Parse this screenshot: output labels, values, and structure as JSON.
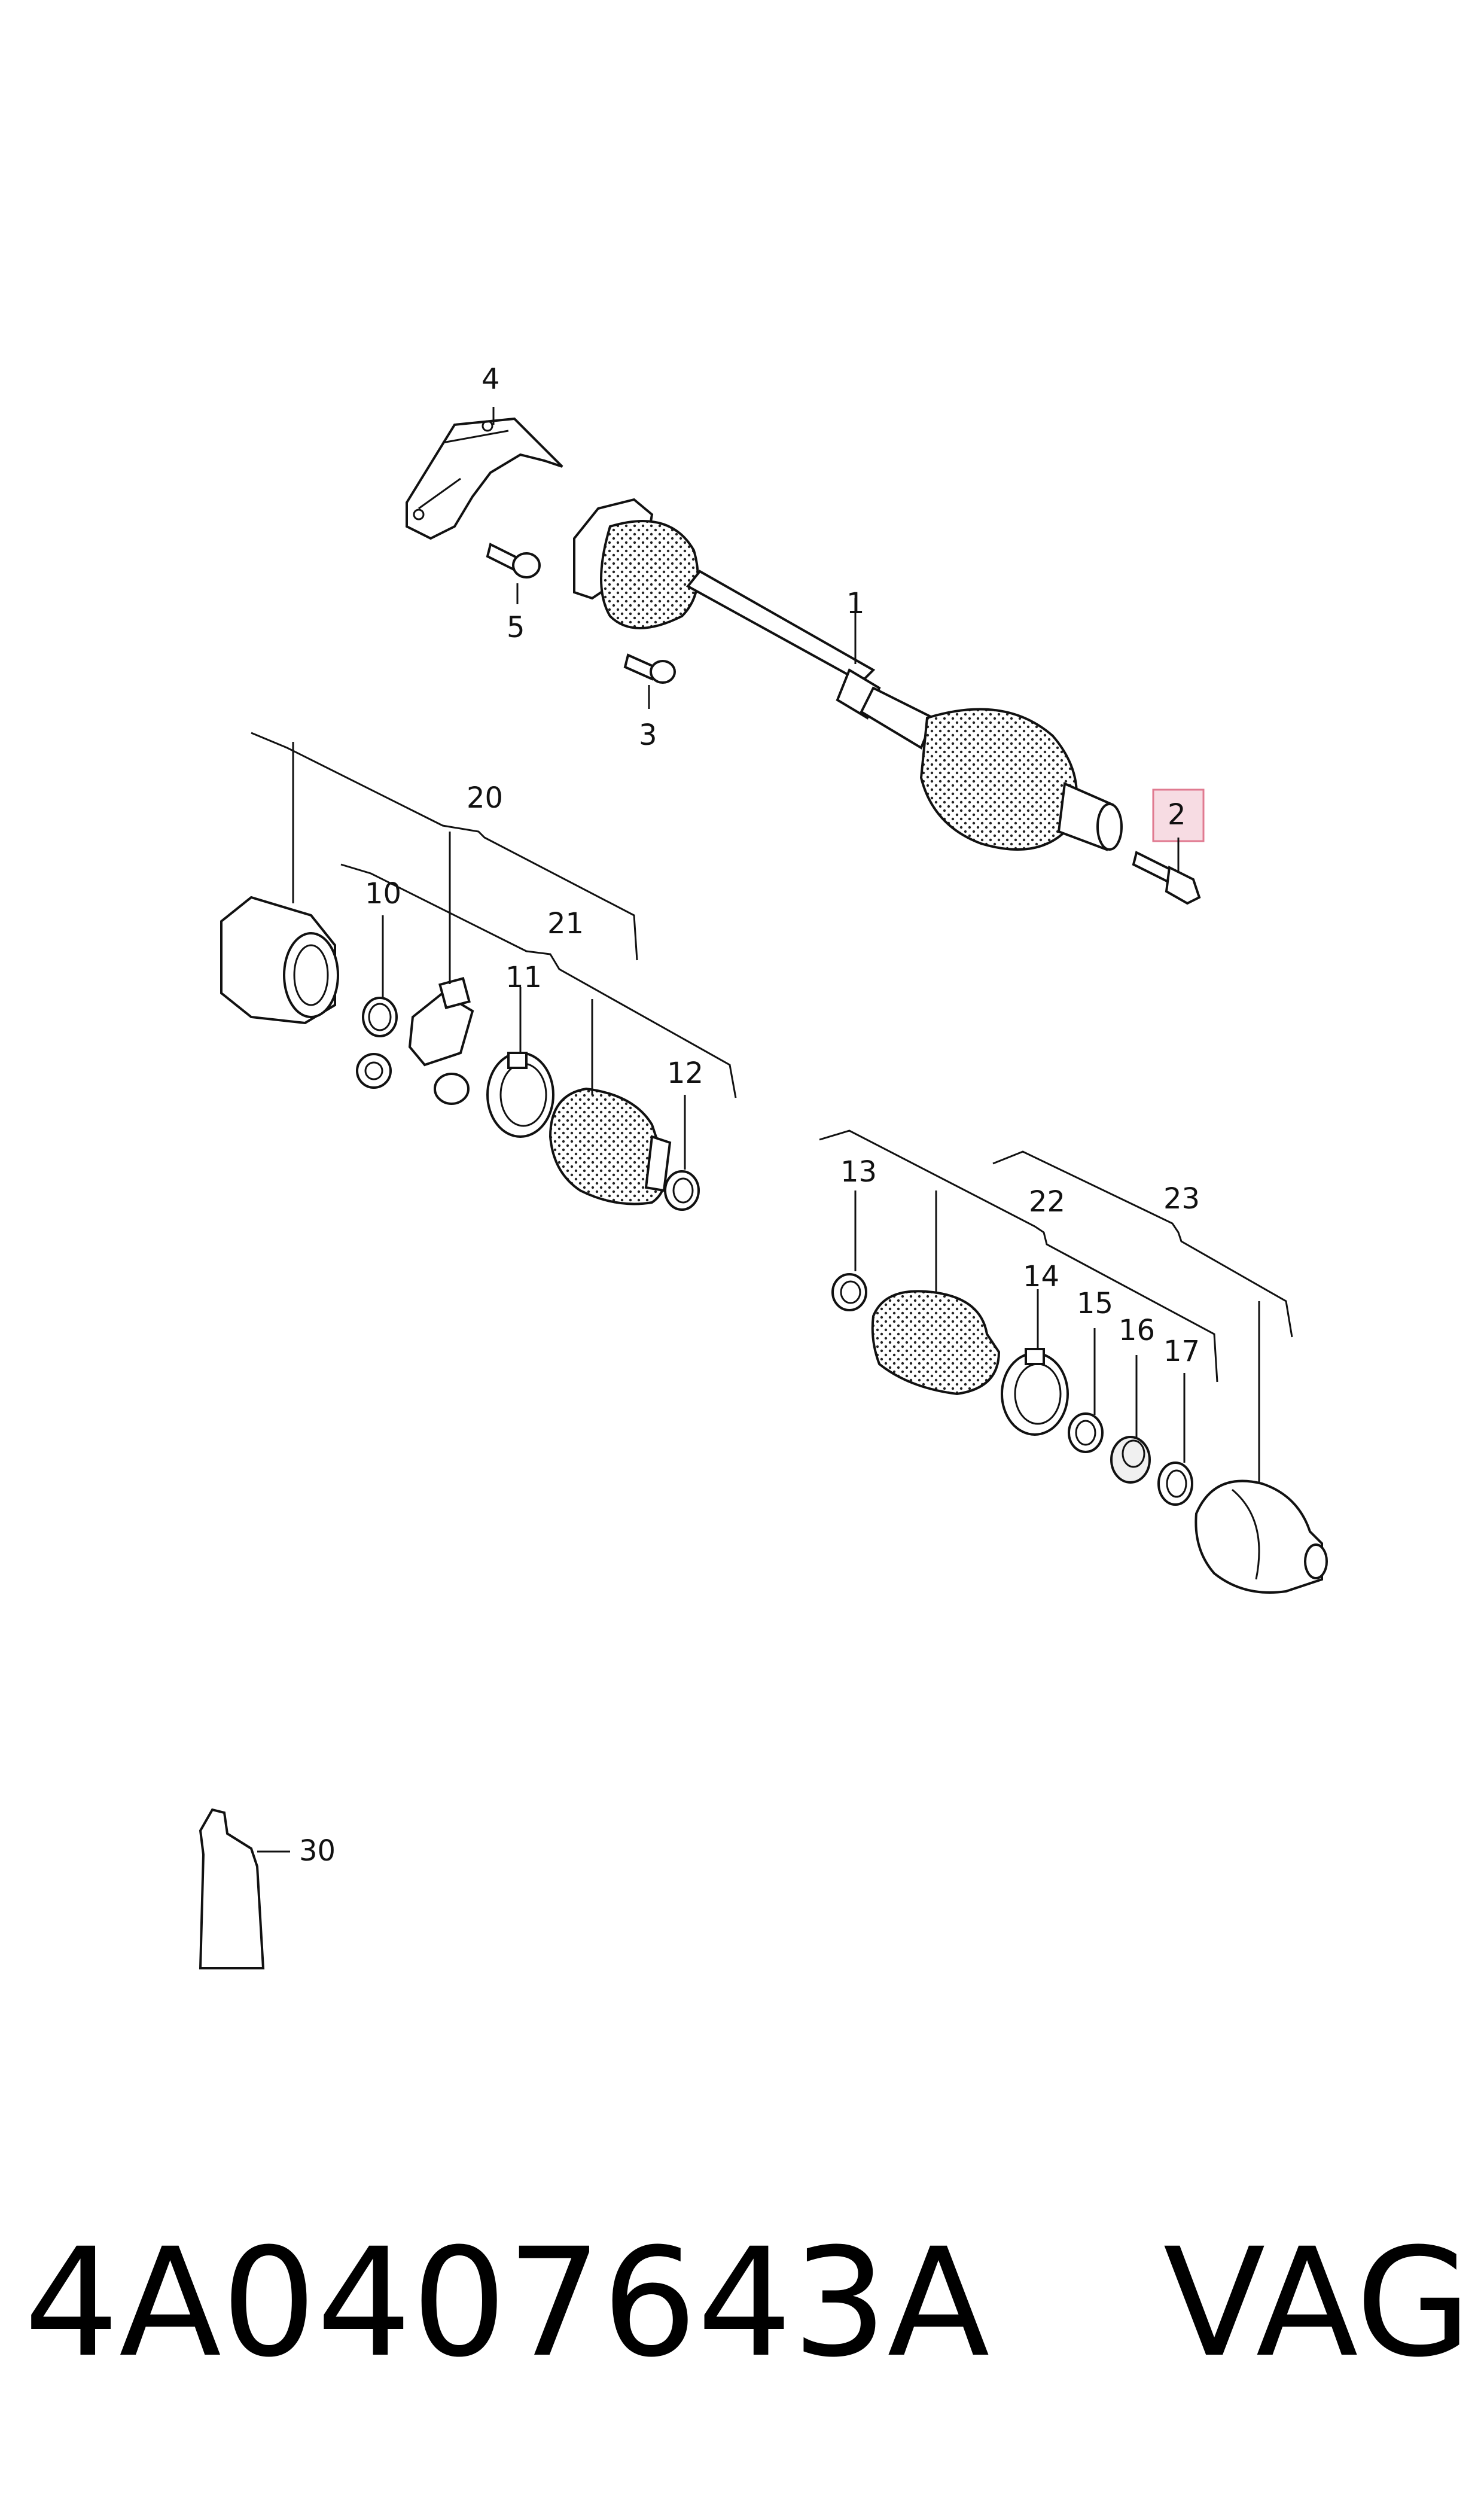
{
  "callouts": {
    "c1": "1",
    "c2": "2",
    "c3": "3",
    "c4": "4",
    "c5": "5",
    "c10": "10",
    "c11": "11",
    "c12": "12",
    "c13": "13",
    "c14": "14",
    "c15": "15",
    "c16": "16",
    "c17": "17",
    "c20": "20",
    "c21": "21",
    "c22": "22",
    "c23": "23",
    "c30": "30"
  },
  "footer": {
    "part_number": "4A0407643A",
    "brand": "VAG"
  },
  "colors": {
    "highlight_fill": "#f7dce3",
    "highlight_stroke": "#e07a90",
    "line": "#111111"
  }
}
